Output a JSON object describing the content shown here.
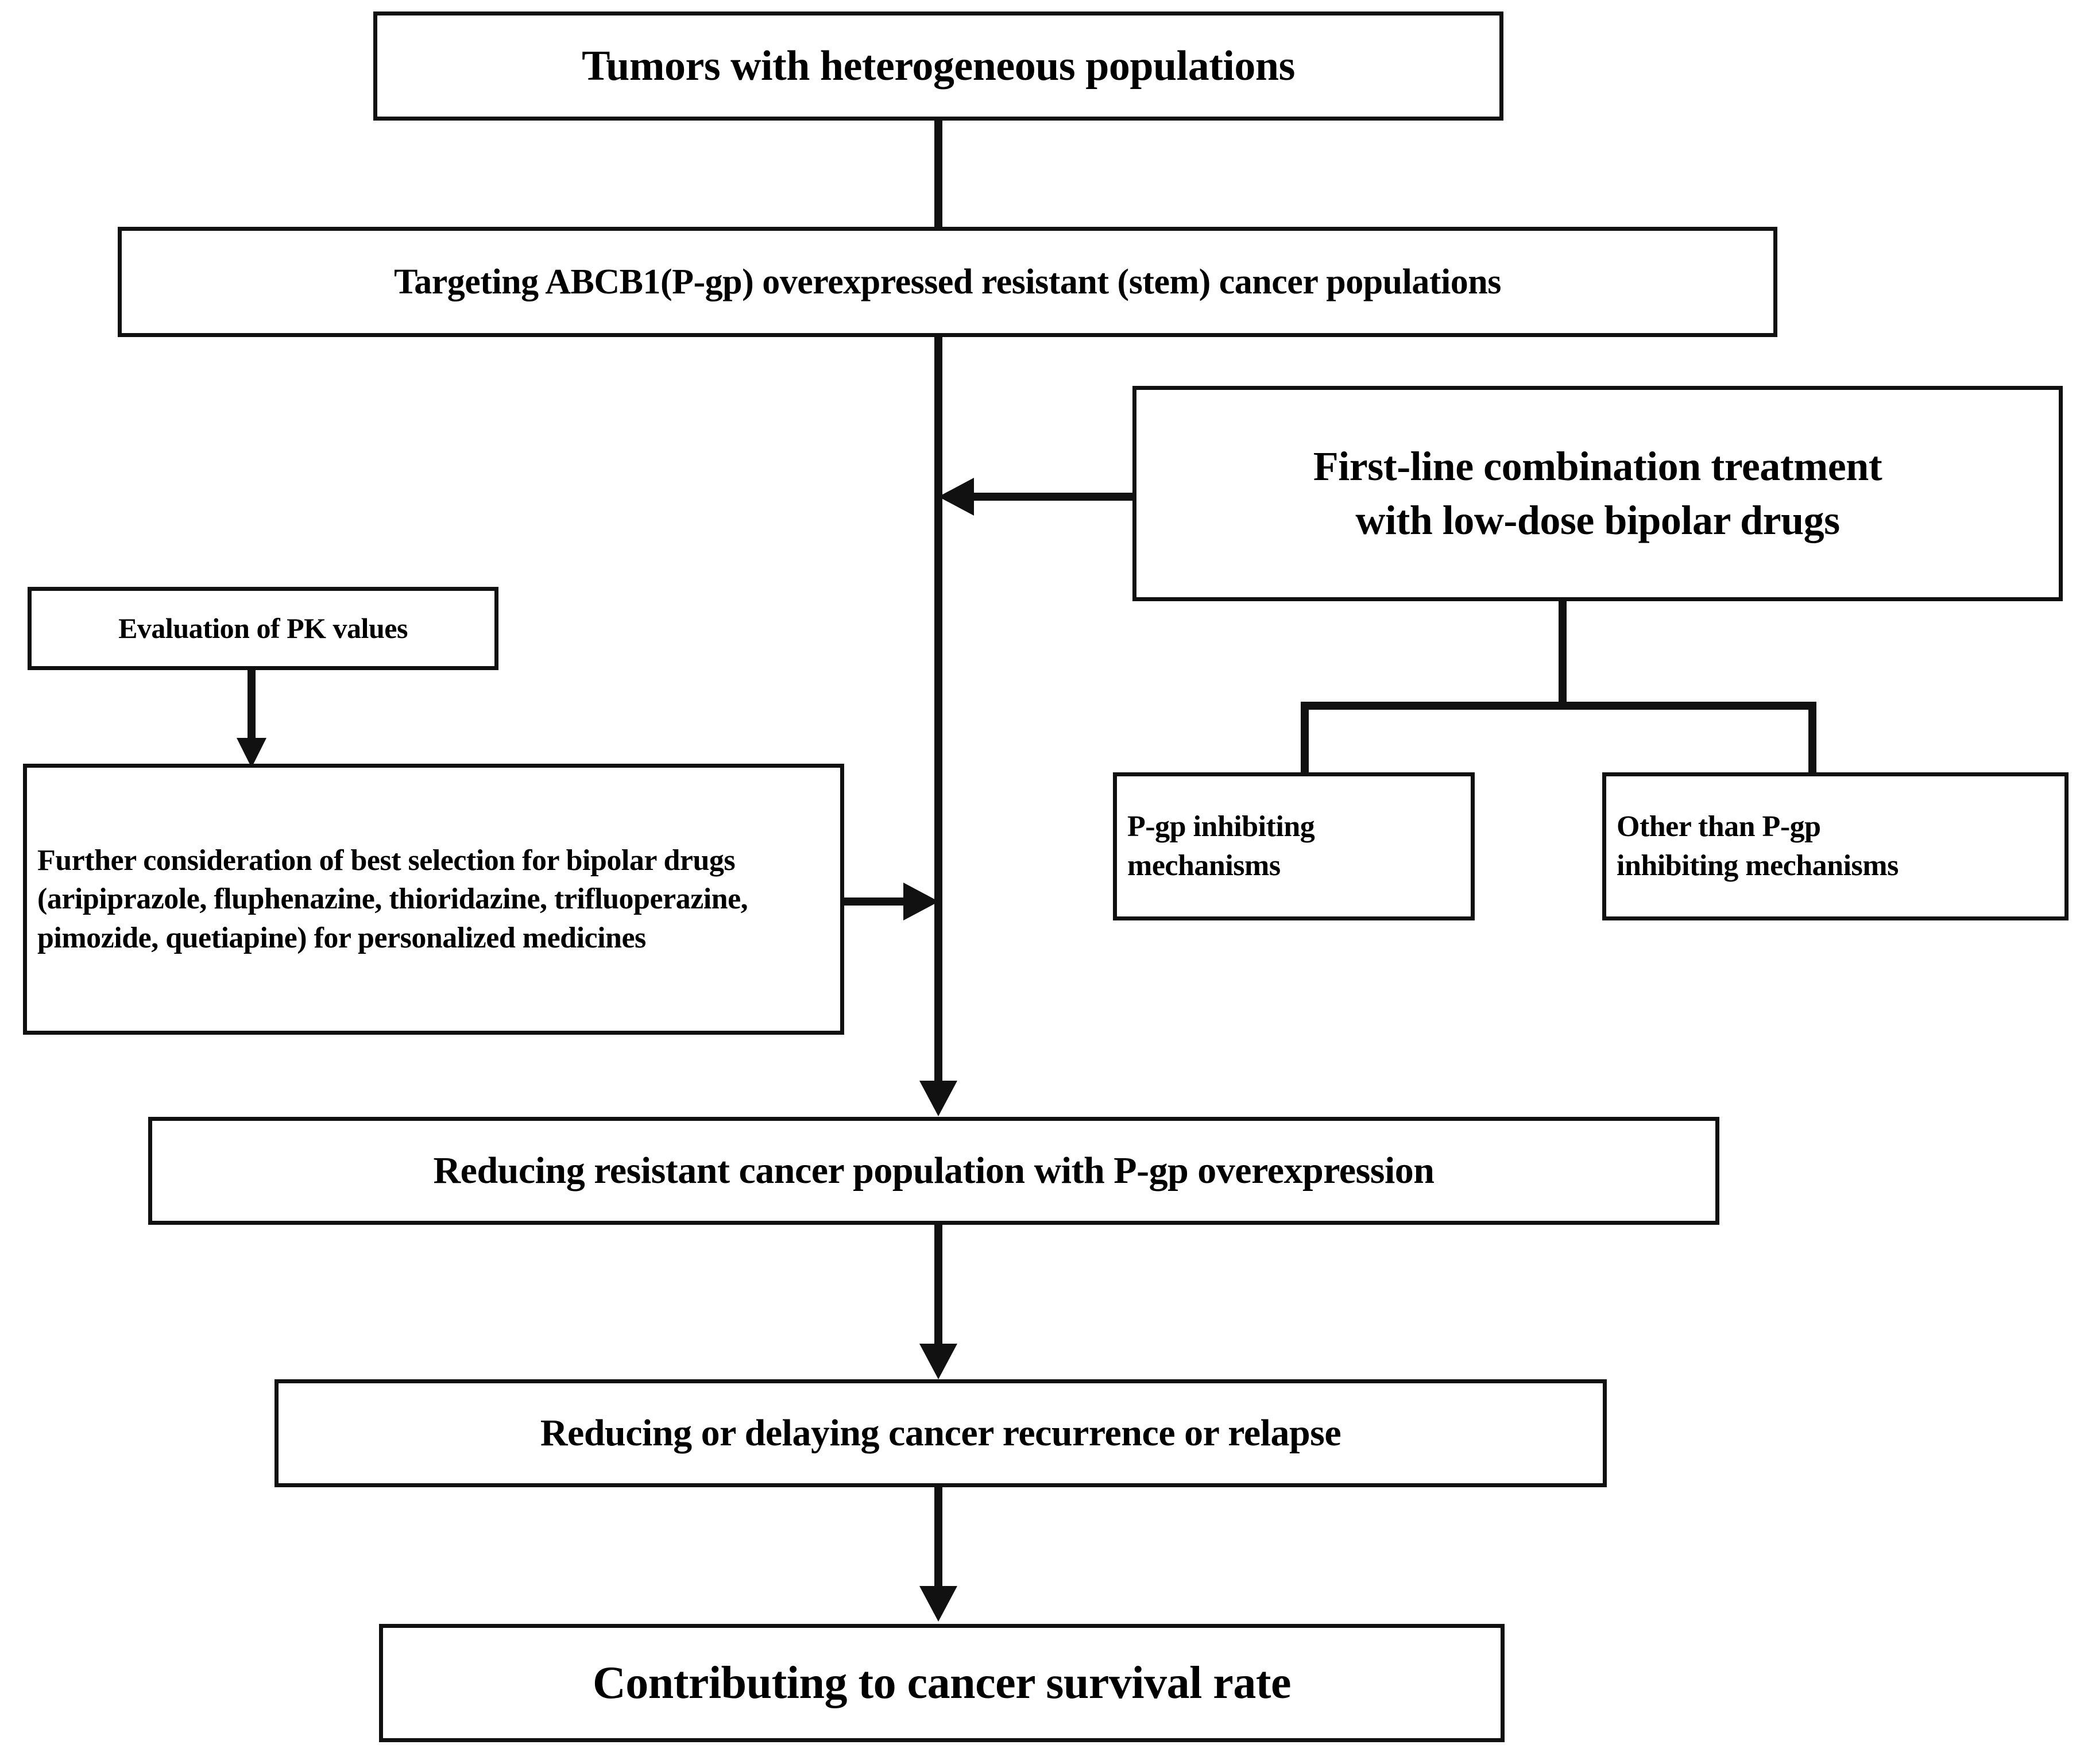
{
  "diagram": {
    "title_text": "Flowchart: targeting ABCB1 (P-gp) overexpressed resistant cancer populations with low-dose bipolar drugs",
    "colors": {
      "stroke": "#111111",
      "fill": "#ffffff",
      "text": "#000000"
    },
    "nodes": {
      "tumors": {
        "label": "Tumors with heterogeneous populations",
        "font_size": "74px"
      },
      "targeting": {
        "label": "Targeting ABCB1(P-gp) overexpressed resistant (stem) cancer populations",
        "font_size": "62px"
      },
      "first_line": {
        "label": "First-line combination treatment\nwith low-dose bipolar drugs",
        "font_size": "72px"
      },
      "pk_values": {
        "label": "Evaluation of PK values",
        "font_size": "50px"
      },
      "further_consideration": {
        "label": "Further consideration of best selection for bipolar drugs (aripiprazole, fluphenazine, thioridazine, trifluoperazine, pimozide, quetiapine) for personalized medicines",
        "font_size": "52px"
      },
      "pgp_inhibiting": {
        "label": "P-gp inhibiting\nmechanisms",
        "font_size": "52px"
      },
      "other_than_pgp": {
        "label": "Other than P-gp\ninhibiting mechanisms",
        "font_size": "52px"
      },
      "reducing_resistant": {
        "label": "Reducing resistant cancer population with P-gp overexpression",
        "font_size": "66px"
      },
      "reducing_recurrence": {
        "label": "Reducing or delaying cancer recurrence or relapse",
        "font_size": "66px"
      },
      "survival_rate": {
        "label": "Contributing to cancer survival rate",
        "font_size": "80px"
      }
    },
    "edges": [
      {
        "id": "tumors-to-targeting",
        "from": "tumors",
        "to": "targeting",
        "style": "plain-line"
      },
      {
        "id": "targeting-to-reducing-resistant",
        "from": "targeting",
        "to": "reducing_resistant",
        "style": "arrow-down"
      },
      {
        "id": "first-line-to-spine",
        "from": "first_line",
        "to": "targeting-spine",
        "style": "arrow-left"
      },
      {
        "id": "first-line-to-pgp-inhibiting",
        "from": "first_line",
        "to": "pgp_inhibiting",
        "style": "plain-line"
      },
      {
        "id": "first-line-to-other-than-pgp",
        "from": "first_line",
        "to": "other_than_pgp",
        "style": "plain-line"
      },
      {
        "id": "pk-to-further-consideration",
        "from": "pk_values",
        "to": "further_consideration",
        "style": "arrow-down"
      },
      {
        "id": "further-consideration-to-spine",
        "from": "further_consideration",
        "to": "targeting-spine",
        "style": "arrow-right"
      },
      {
        "id": "reducing-resistant-to-recurrence",
        "from": "reducing_resistant",
        "to": "reducing_recurrence",
        "style": "arrow-down"
      },
      {
        "id": "recurrence-to-survival",
        "from": "reducing_recurrence",
        "to": "survival_rate",
        "style": "arrow-down"
      }
    ]
  }
}
